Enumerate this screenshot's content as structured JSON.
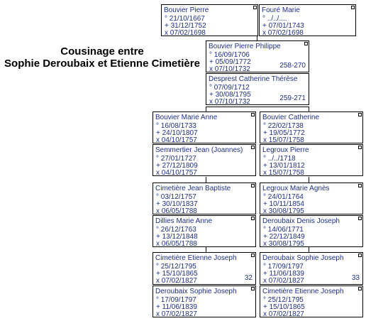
{
  "title": {
    "line1": "Cousinage entre",
    "line2": "Sophie Deroubaix et Etienne Cimetière"
  },
  "persons": {
    "bouvier_pierre": {
      "name": "Bouvier Pierre",
      "birth": "° 21/10/1667",
      "death": "+ 31/12/1752",
      "marriage": "x 07/02/1698",
      "ref": ""
    },
    "foure_marie": {
      "name": "Fouré Marie",
      "birth": "° ../../....",
      "death": "+ 07/01/1743",
      "marriage": "x 07/02/1698",
      "ref": ""
    },
    "bouvier_pierre_philippe": {
      "name": "Bouvier Pierre Philippe",
      "birth": "° 16/09/1706",
      "death": "+ 05/09/1772",
      "marriage": "x 07/10/1732",
      "ref": "258-270"
    },
    "desprest_catherine": {
      "name": "Desprest Catherine Thérèse",
      "birth": "° 07/09/1712",
      "death": "+ 30/08/1795",
      "marriage": "x 07/10/1732",
      "ref": "259-271"
    },
    "bouvier_marie_anne": {
      "name": "Bouvier Marie Anne",
      "birth": "° 16/08/1733",
      "death": "+ 24/10/1807",
      "marriage": "x 04/10/1757",
      "ref": ""
    },
    "bouvier_catherine": {
      "name": "Bouvier Catherine",
      "birth": "° 22/02/1738",
      "death": "+ 19/05/1772",
      "marriage": "x 15/07/1758",
      "ref": ""
    },
    "semmertier_jean": {
      "name": "Semmertier Jean (Joannes)",
      "birth": "° 27/01/1727",
      "death": "+ 27/12/1809",
      "marriage": "x 04/10/1757",
      "ref": ""
    },
    "legroux_pierre": {
      "name": "Legroux Pierre",
      "birth": "° ../../1718",
      "death": "+ 13/01/1812",
      "marriage": "x 15/07/1758",
      "ref": ""
    },
    "cimetiere_jean_baptiste": {
      "name": "Cimetière Jean Baptiste",
      "birth": "° 03/12/1757",
      "death": "+ 30/10/1837",
      "marriage": "x 06/05/1788",
      "ref": ""
    },
    "legroux_marie_agnes": {
      "name": "Legroux Marie Agnès",
      "birth": "° 24/01/1764",
      "death": "+ 10/11/1854",
      "marriage": "x 30/08/1795",
      "ref": ""
    },
    "dillies_marie_anne": {
      "name": "Dillies Marie Anne",
      "birth": "° 26/12/1763",
      "death": "+ 13/12/1848",
      "marriage": "x 06/05/1788",
      "ref": ""
    },
    "deroubaix_denis_joseph": {
      "name": "Deroubaix Denis Joseph",
      "birth": "° 14/06/1771",
      "death": "+ 22/12/1849",
      "marriage": "x 30/08/1795",
      "ref": ""
    },
    "cimetiere_etienne_joseph_1": {
      "name": "Cimetière Etienne Joseph",
      "birth": "° 25/12/1795",
      "death": "+ 15/10/1865",
      "marriage": "x 07/02/1827",
      "ref": "32"
    },
    "deroubaix_sophie_joseph_1": {
      "name": "Deroubaix Sophie Joseph",
      "birth": "° 17/09/1797",
      "death": "+ 11/06/1839",
      "marriage": "x 07/02/1827",
      "ref": "33"
    },
    "deroubaix_sophie_joseph_2": {
      "name": "Deroubaix Sophie Joseph",
      "birth": "° 17/09/1797",
      "death": "+ 11/06/1839",
      "marriage": "x 07/02/1827",
      "ref": ""
    },
    "cimetiere_etienne_joseph_2": {
      "name": "Cimetière Etienne Joseph",
      "birth": "° 25/12/1795",
      "death": "+ 15/10/1865",
      "marriage": "x 07/02/1827",
      "ref": ""
    }
  }
}
